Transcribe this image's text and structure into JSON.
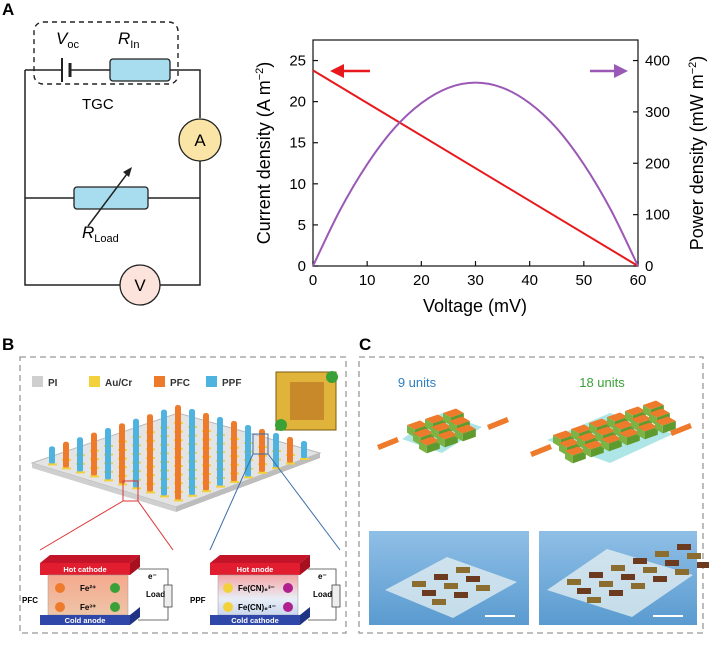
{
  "panels": {
    "a": "A",
    "b": "B",
    "c": "C"
  },
  "circuit": {
    "voc": "V",
    "voc_sub": "oc",
    "rin": "R",
    "rin_sub": "In",
    "tgc": "TGC",
    "ammeter": "A",
    "voltmeter": "V",
    "rload": "R",
    "rload_sub": "Load"
  },
  "chart_data": {
    "type": "line",
    "xlabel": "Voltage (mV)",
    "ylabel_left": "Current density (A m",
    "ylabel_left_sup": "−2",
    "ylabel_right": "Power density (mW m",
    "ylabel_right_sup": "−2",
    "xlim": [
      0,
      60
    ],
    "ylim_left": [
      0,
      27.5
    ],
    "ylim_right": [
      0,
      440
    ],
    "xticks": [
      "0",
      "10",
      "20",
      "30",
      "40",
      "50",
      "60"
    ],
    "yticks_left": [
      "0",
      "5",
      "10",
      "15",
      "20",
      "25"
    ],
    "yticks_right": [
      "0",
      "100",
      "200",
      "300",
      "400"
    ],
    "series": [
      {
        "axis": "left",
        "color": "#e8191c",
        "x": [
          0,
          60
        ],
        "y": [
          23.8,
          0
        ]
      },
      {
        "axis": "right",
        "color": "#9b59b6",
        "x": [
          0,
          5,
          10,
          15,
          20,
          25,
          30,
          35,
          40,
          45,
          50,
          55,
          60
        ],
        "y": [
          0,
          109,
          198,
          268,
          317,
          347,
          357,
          347,
          317,
          268,
          198,
          109,
          0
        ]
      }
    ]
  },
  "panel_b": {
    "legend": [
      "PI",
      "Au/Cr",
      "PFC",
      "PPF"
    ],
    "legend_colors": [
      "#cfcfcf",
      "#f2d13c",
      "#ee7a2c",
      "#4fb3df"
    ],
    "left_module": {
      "top": "Hot cathode",
      "bottom": "Cold anode",
      "side": "PFC",
      "ion1": "Fe²⁺",
      "ion2": "Fe³⁺",
      "electron": "e⁻",
      "load": "Load"
    },
    "right_module": {
      "top": "Hot anode",
      "bottom": "Cold cathode",
      "side": "PPF",
      "ion1": "Fe(CN)₆³⁻",
      "ion2": "Fe(CN)₆⁴⁻",
      "electron": "e⁻",
      "load": "Load"
    }
  },
  "panel_c": {
    "label_9": "9 units",
    "label_18": "18 units",
    "color_9": "#2e7fc2",
    "color_18": "#3aa137"
  }
}
